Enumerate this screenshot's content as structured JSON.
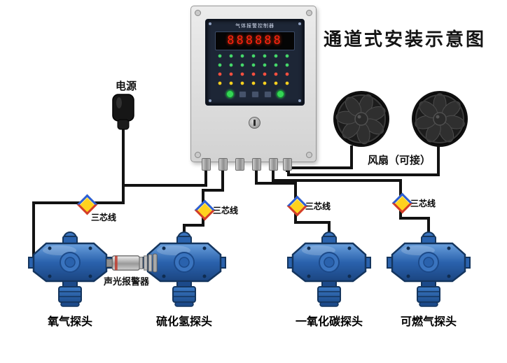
{
  "title": "通道式安装示意图",
  "controller": {
    "panel_title": "气体报警控制器",
    "display_value": "888888"
  },
  "power": {
    "label": "电源"
  },
  "fans": {
    "label": "风扇（可接）"
  },
  "alarm": {
    "label": "声光报警器"
  },
  "wiring": {
    "wire_label": "三芯线"
  },
  "detectors": [
    {
      "label": "氧气探头"
    },
    {
      "label": "硫化氢探头"
    },
    {
      "label": "一氧化碳探头"
    },
    {
      "label": "可燃气探头"
    }
  ],
  "colors": {
    "detector_blue": "#2a62ad",
    "diamond_yellow": "#ffd21e",
    "diamond_border_blue": "#2b5fd9",
    "led_red": "#ff2211",
    "wire_black": "#121212"
  }
}
